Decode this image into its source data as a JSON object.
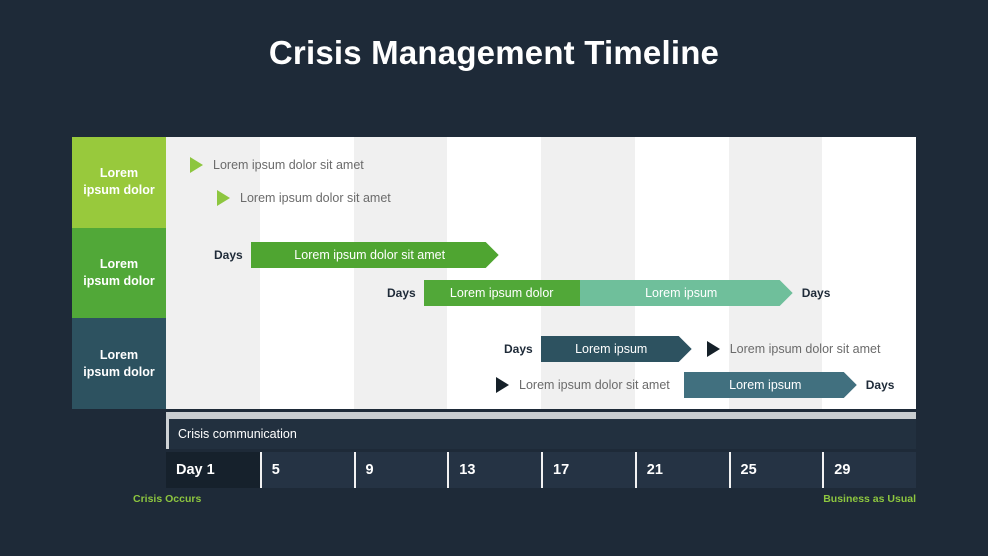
{
  "title": "Crisis Management Timeline",
  "colors": {
    "background": "#1e2a38",
    "light_green": "#98c93c",
    "mid_green": "#51a838",
    "bar_green": "#4fa531",
    "sea_green": "#6fbf9b",
    "dark_teal": "#2d5260",
    "accent_text": "#8dc63f"
  },
  "categories": [
    {
      "label": "Lorem\nipsum dolor",
      "color": "#98c93c"
    },
    {
      "label": "Lorem\nipsum dolor",
      "color": "#51a838"
    },
    {
      "label": "Lorem\nipsum dolor",
      "color": "#2d5260"
    }
  ],
  "category_labels": {
    "row0_line1": "Lorem",
    "row0_line2": "ipsum dolor",
    "row1_line1": "Lorem",
    "row1_line2": "ipsum dolor",
    "row2_line1": "Lorem",
    "row2_line2": "ipsum dolor"
  },
  "days_label": "Days",
  "markers": {
    "m1": "Lorem ipsum dolor sit amet",
    "m2": "Lorem ipsum dolor sit amet",
    "m3": "Lorem ipsum dolor sit amet",
    "m4": "Lorem ipsum dolor sit amet"
  },
  "bars": {
    "bar1": "Lorem ipsum dolor sit amet",
    "bar2a": "Lorem ipsum dolor",
    "bar2b": "Lorem ipsum",
    "bar3": "Lorem ipsum",
    "bar4": "Lorem ipsum"
  },
  "communication_band": "Crisis communication",
  "axis": {
    "ticks": [
      "Day 1",
      "5",
      "9",
      "13",
      "17",
      "21",
      "25",
      "29"
    ]
  },
  "footer": {
    "left": "Crisis Occurs",
    "right": "Business as Usual"
  },
  "chart_data": {
    "type": "bar",
    "title": "Crisis Management Timeline",
    "xlabel": "",
    "ylabel": "",
    "categories": [
      "Lorem ipsum dolor",
      "Lorem ipsum dolor",
      "Lorem ipsum dolor"
    ],
    "x_ticks": [
      1,
      5,
      9,
      13,
      17,
      21,
      25,
      29
    ],
    "xlim": [
      1,
      33
    ],
    "grid": true,
    "legend": "none",
    "series": [
      {
        "name": "Lorem ipsum dolor sit amet",
        "row": 0,
        "kind": "milestone",
        "start": 1.6,
        "label": "Lorem ipsum dolor sit amet"
      },
      {
        "name": "Lorem ipsum dolor sit amet",
        "row": 0,
        "kind": "milestone",
        "start": 2.8,
        "label": "Lorem ipsum dolor sit amet"
      },
      {
        "name": "Lorem ipsum dolor sit amet",
        "row": 1,
        "kind": "bar",
        "start": 5,
        "end": 14,
        "color": "#4fa531",
        "label": "Lorem ipsum dolor sit amet"
      },
      {
        "name": "Lorem ipsum dolor",
        "row": 1,
        "kind": "bar",
        "start": 13,
        "end": 19,
        "color": "#51a838",
        "label": "Lorem ipsum dolor"
      },
      {
        "name": "Lorem ipsum",
        "row": 1,
        "kind": "bar",
        "start": 19,
        "end": 27,
        "color": "#6fbf9b",
        "label": "Lorem ipsum"
      },
      {
        "name": "Lorem ipsum",
        "row": 2,
        "kind": "bar",
        "start": 17,
        "end": 23,
        "color": "#2d5260",
        "label": "Lorem ipsum"
      },
      {
        "name": "Lorem ipsum dolor sit amet",
        "row": 2,
        "kind": "milestone",
        "start": 24,
        "label": "Lorem ipsum dolor sit amet"
      },
      {
        "name": "Lorem ipsum dolor sit amet",
        "row": 2,
        "kind": "milestone",
        "start": 15,
        "label": "Lorem ipsum dolor sit amet"
      },
      {
        "name": "Lorem ipsum",
        "row": 2,
        "kind": "bar",
        "start": 24,
        "end": 30,
        "color": "#41707f",
        "label": "Lorem ipsum"
      }
    ],
    "annotations": [
      {
        "text": "Crisis Occurs",
        "position": "bottom-left"
      },
      {
        "text": "Business as Usual",
        "position": "bottom-right"
      },
      {
        "text": "Crisis communication",
        "position": "axis-band"
      }
    ]
  }
}
